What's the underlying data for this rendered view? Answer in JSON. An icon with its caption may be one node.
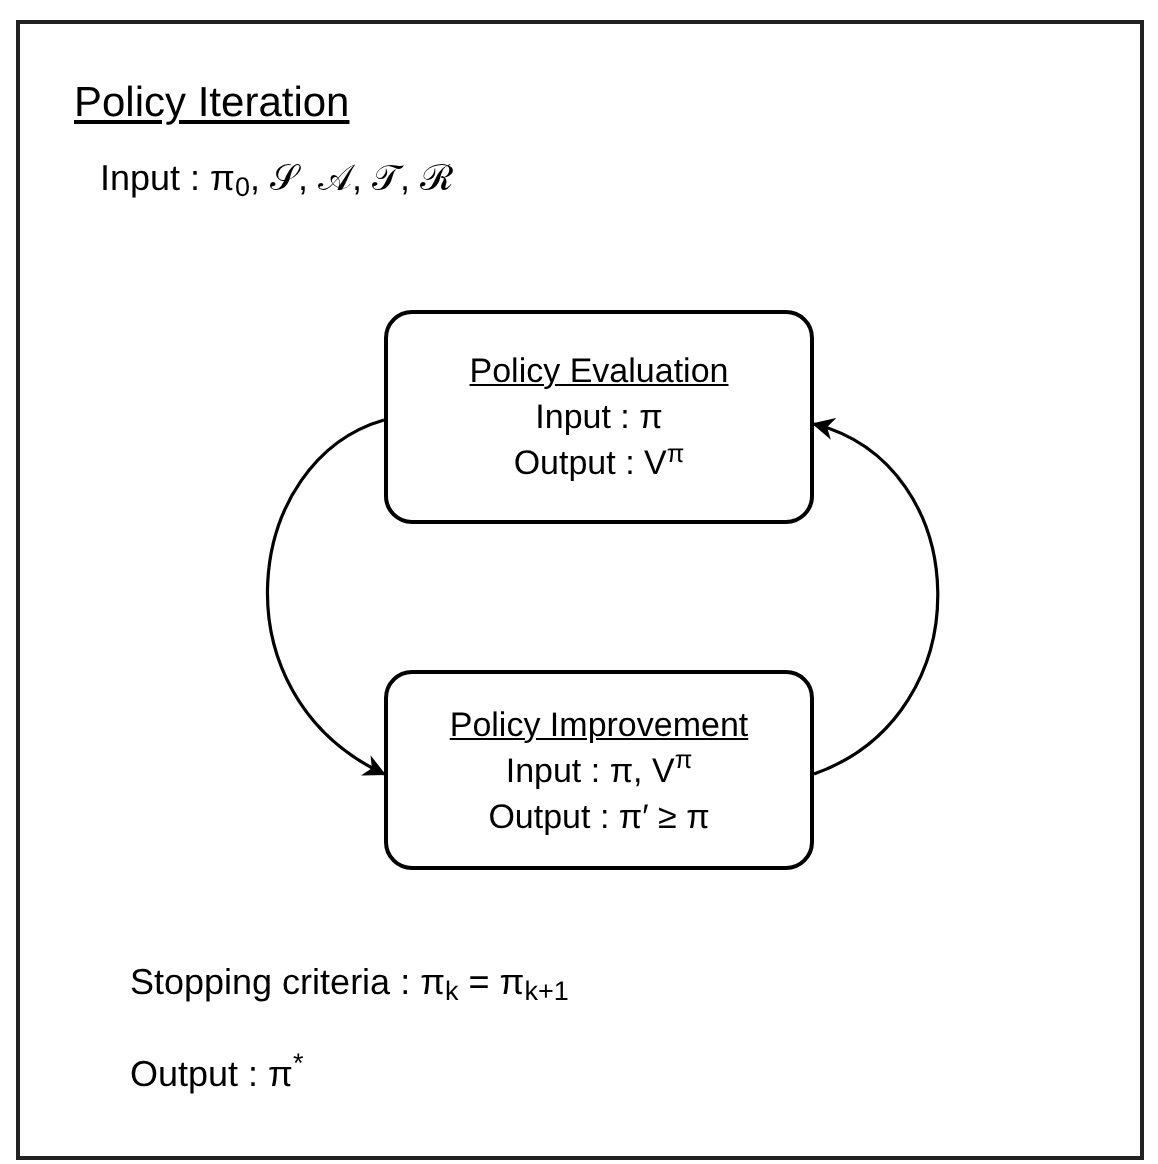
{
  "diagram": {
    "nodes": [
      {
        "text": [
          "Policy Iteration",
          "Input : π$_{0}$, 𝒮, 𝒜, 𝒯, ℛ",
          "Stopping criteria : π$_{k}$ = π$_{k+1}$",
          "Output : π$^{*}$"
        ]
      },
      {
        "text": [
          "Policy Evaluation",
          "Input : π",
          "Output : V$^{π}$"
        ],
        "in": 0
      },
      {
        "text": [
          "Policy Improvement",
          "Input : π, V$^{π}$",
          "Output : π′ ≥ π"
        ],
        "in": 0
      }
    ],
    "edges": [
      {
        "from": 1,
        "to": 2,
        "arrow": "to"
      },
      {
        "from": 2,
        "to": 1,
        "arrow": "to"
      }
    ]
  }
}
